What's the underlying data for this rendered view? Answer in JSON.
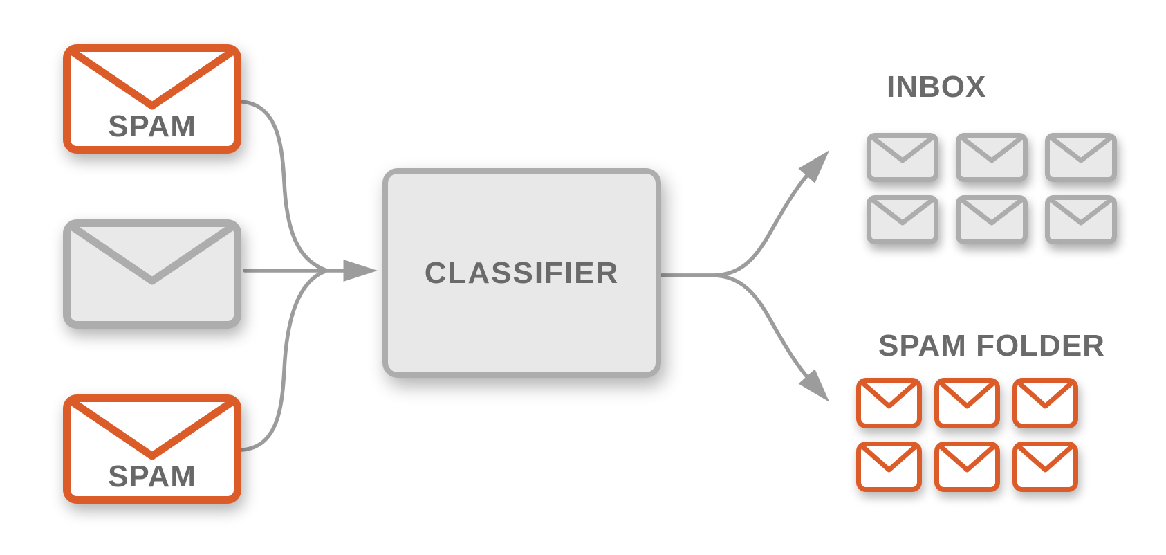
{
  "palette": {
    "orange": "#DB5C28",
    "gray": "#ADADAD",
    "line": "#9C9C9C",
    "fill": "#E9E9E9",
    "boxfill": "#E8E8E8",
    "text": "#6A6A6A"
  },
  "left_emails": [
    {
      "kind": "spam",
      "label": "SPAM"
    },
    {
      "kind": "normal",
      "label": ""
    },
    {
      "kind": "spam",
      "label": "SPAM"
    }
  ],
  "classifier": {
    "label": "CLASSIFIER"
  },
  "inbox": {
    "title": "INBOX",
    "email_count": 6,
    "rows": 2,
    "cols": 3,
    "style": "normal"
  },
  "spam_folder": {
    "title": "SPAM FOLDER",
    "email_count": 6,
    "rows": 2,
    "cols": 3,
    "style": "spam"
  },
  "icons": {
    "envelope_flap": "envelope-flap-icon",
    "arrowhead": "arrowhead-icon"
  }
}
